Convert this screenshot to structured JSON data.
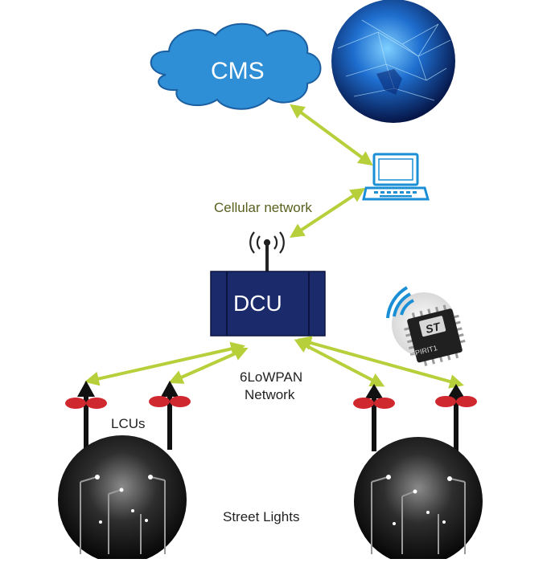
{
  "nodes": {
    "cms": "CMS",
    "dcu": "DCU"
  },
  "links": {
    "cellular": "Cellular network",
    "lowpan_line1": "6LoWPAN",
    "lowpan_line2": "Network"
  },
  "labels": {
    "lcus": "LCUs",
    "street_lights": "Street Lights",
    "chip": "SPIRIT1",
    "chip_logo": "ST"
  },
  "colors": {
    "cloud": "#2f8fd6",
    "dcu": "#1a2a6b",
    "arrow": "#b7cf3a",
    "lcu_red": "#d0282f",
    "laptop": "#1a8fd6"
  }
}
